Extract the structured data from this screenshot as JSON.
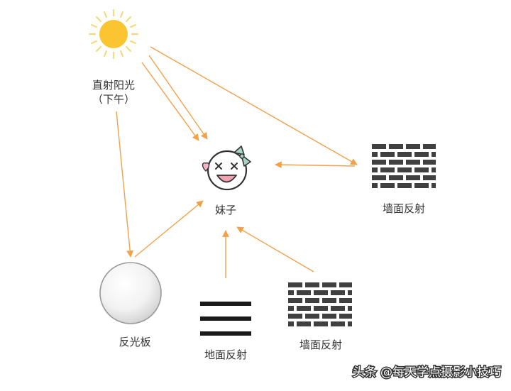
{
  "labels": {
    "sun_line1": "直射阳光",
    "sun_line2": "（下午）",
    "girl": "妹子",
    "wall_right": "墙面反射",
    "reflector": "反光板",
    "ground": "地面反射",
    "wall_bottom": "墙面反射"
  },
  "watermark": "头条 @每天学点摄影小技巧",
  "colors": {
    "arrow": "#f2a14a",
    "sun_core": "#fbc531",
    "sun_rays": "#f7d97c",
    "face_outline": "#333333",
    "bow": "#a8d4c8",
    "heart": "#f7b6c2",
    "brick": "#404040",
    "reflector_edge": "#999999"
  }
}
